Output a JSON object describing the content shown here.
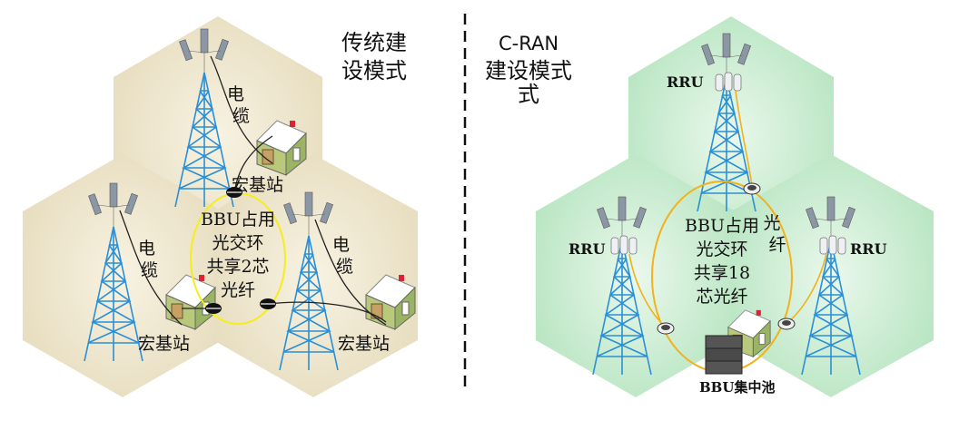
{
  "traditional": {
    "title_lines": [
      "传统建",
      "设模式"
    ],
    "cable_label": [
      "电",
      "缆"
    ],
    "station_label": "宏基站",
    "ring_lines": [
      "BBU占用",
      "光交环",
      "共享2芯",
      "光纤"
    ]
  },
  "cran": {
    "title_lines": [
      "C-RAN",
      "建设模式",
      "式"
    ],
    "rru_label": "RRU",
    "fiber_label": [
      "光",
      "纤"
    ],
    "ring_lines": [
      "BBU占用",
      "光交环",
      "共享18",
      "芯光纤"
    ],
    "pool_label": "BBU集中池"
  },
  "colors": {
    "beige": "#efe7cf",
    "green": "#c9ecd0",
    "tower": "#2a8fd6",
    "ring_left": "#f5ee1a",
    "ring_right": "#f2b21c"
  }
}
